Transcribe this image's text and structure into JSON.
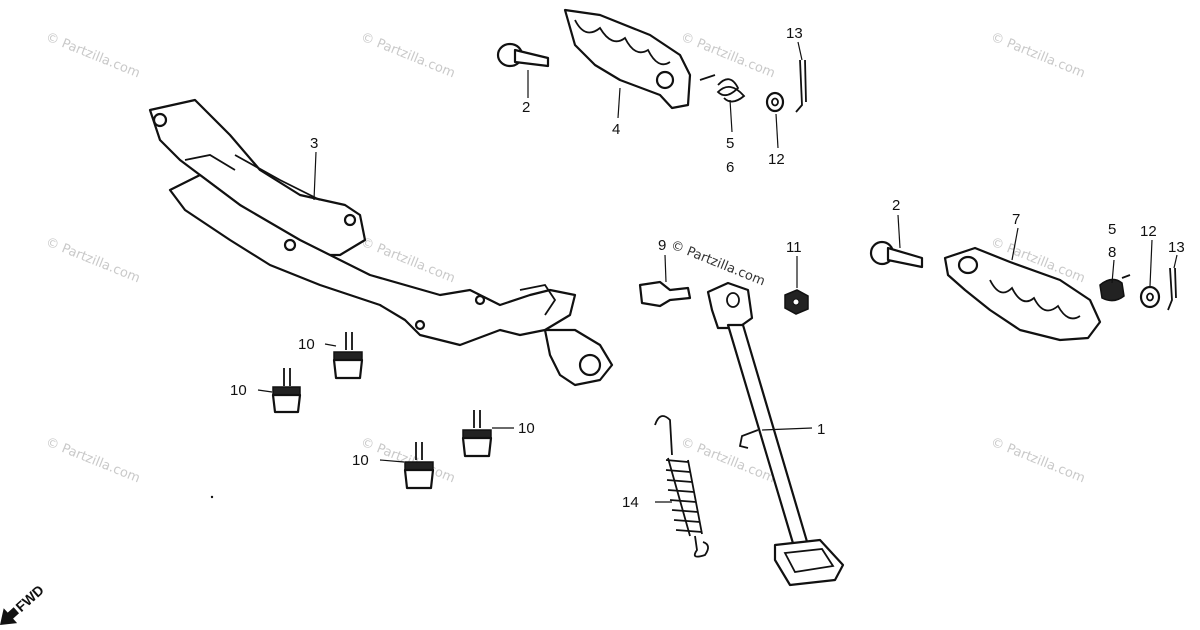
{
  "watermark": "© Partzilla.com",
  "fwd_label": "FWD",
  "callouts": {
    "c1": "1",
    "c2a": "2",
    "c2b": "2",
    "c3": "3",
    "c4": "4",
    "c5a": "5",
    "c6": "6",
    "c5b": "5",
    "c8": "8",
    "c7": "7",
    "c9": "9",
    "c10a": "10",
    "c10b": "10",
    "c10c": "10",
    "c10d": "10",
    "c11": "11",
    "c12a": "12",
    "c12b": "12",
    "c13a": "13",
    "c13b": "13",
    "c14": "14"
  }
}
